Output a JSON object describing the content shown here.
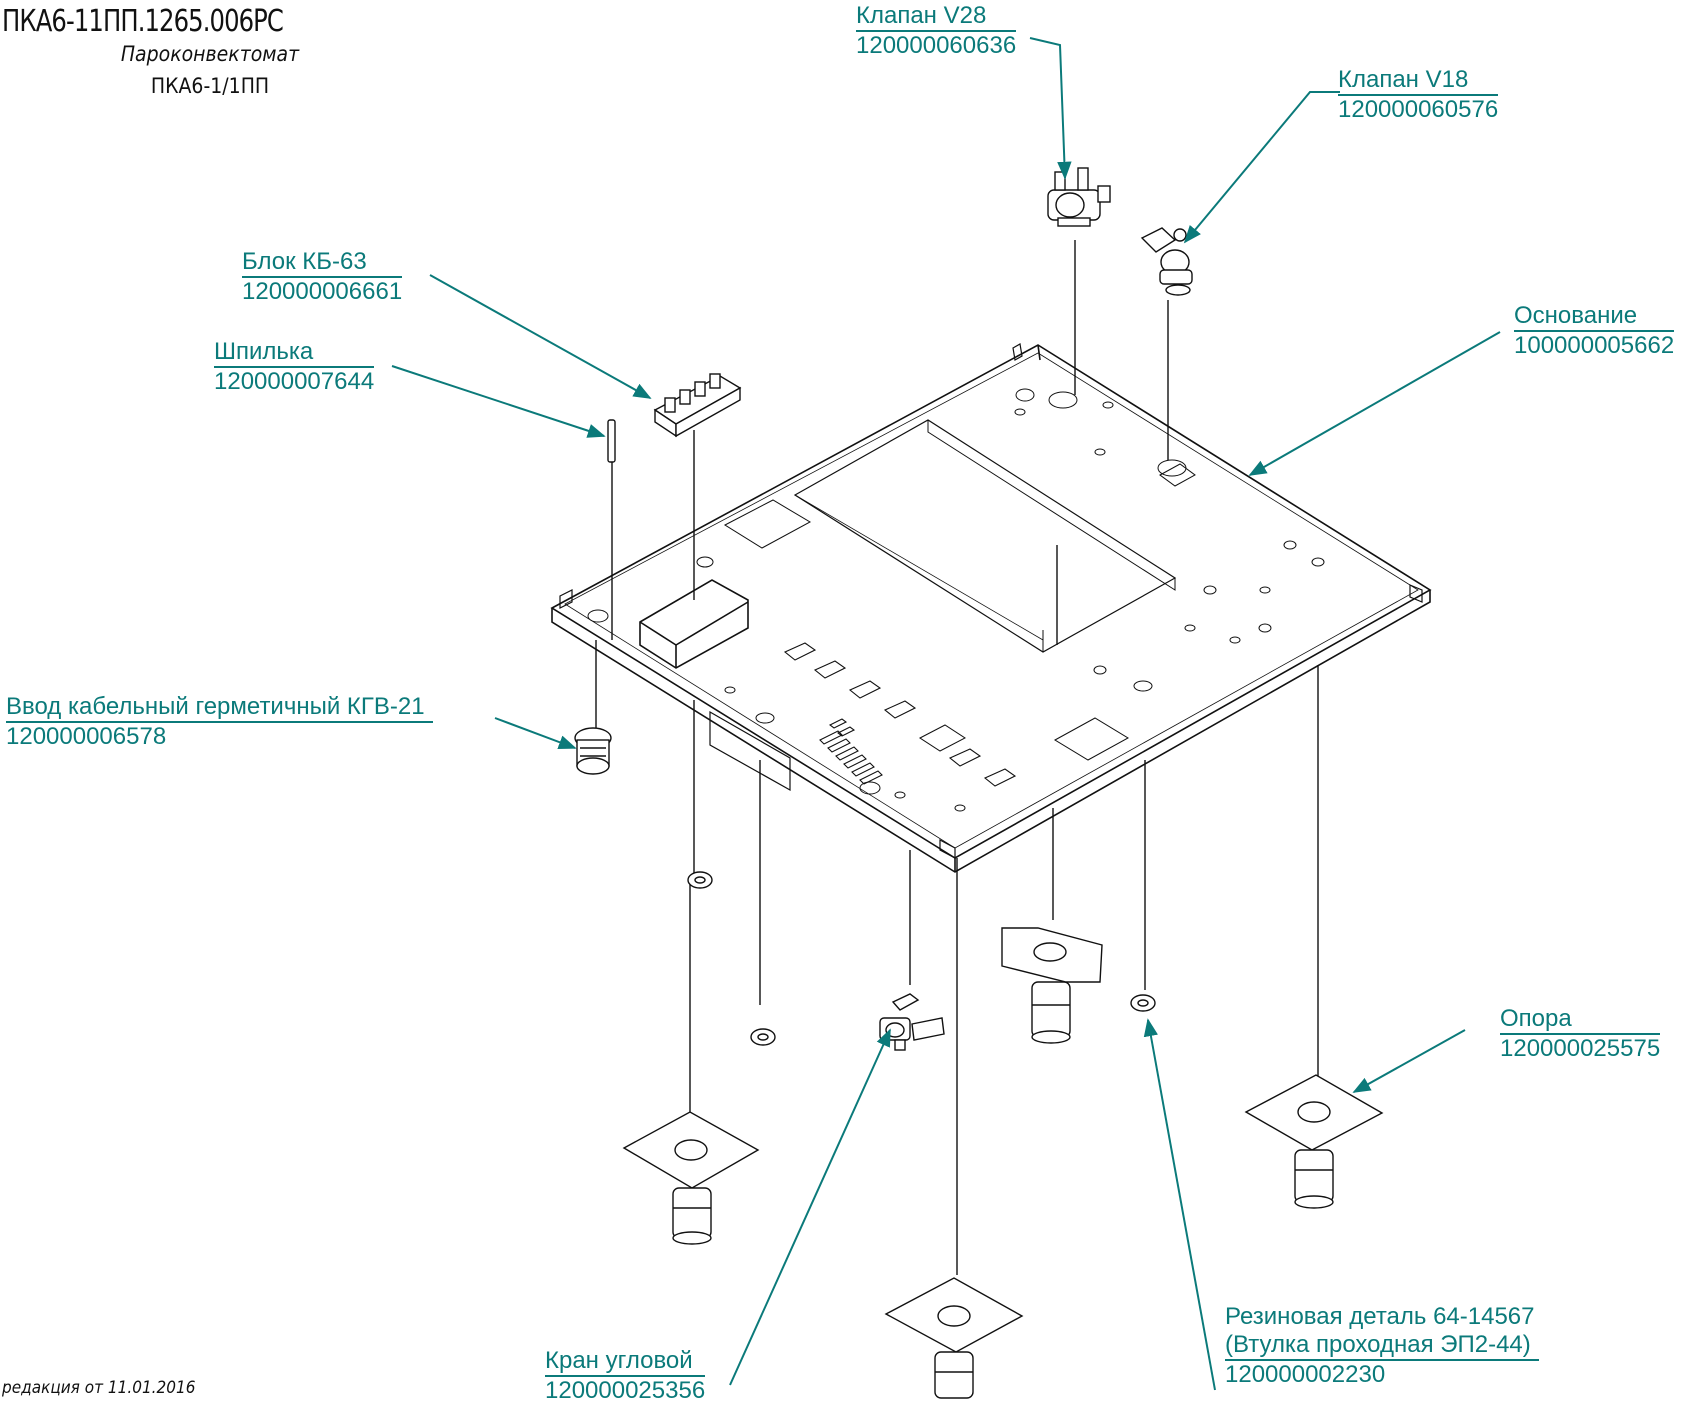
{
  "header": {
    "doc_code": "ПКА6-11ПП.1265.006РС",
    "subtitle_line1": "Пароконвектомат",
    "subtitle_line2": "ПКА6-1/1ПП"
  },
  "revision": "редакция от 11.01.2016",
  "colors": {
    "callout": "#0b7a7a",
    "lines": "#111111"
  },
  "callouts": [
    {
      "id": "valve-v28",
      "name": "Клапан V28",
      "code": "120000060636"
    },
    {
      "id": "valve-v18",
      "name": "Клапан V18",
      "code": "120000060576"
    },
    {
      "id": "block-kb63",
      "name": "Блок КБ-63",
      "code": "120000006661"
    },
    {
      "id": "stud",
      "name": "Шпилька",
      "code": "120000007644"
    },
    {
      "id": "base",
      "name": "Основание",
      "code": "100000005662"
    },
    {
      "id": "cable-gland",
      "name": "Ввод кабельный герметичный КГВ-21",
      "code": "120000006578"
    },
    {
      "id": "support",
      "name": "Опора",
      "code": "120000025575"
    },
    {
      "id": "angle-valve",
      "name": "Кран угловой",
      "code": "120000025356"
    },
    {
      "id": "rubber-part",
      "name": "Резиновая деталь 64-14567",
      "name2": "(Втулка проходная ЭП2-44)",
      "code": "120000002230"
    }
  ]
}
